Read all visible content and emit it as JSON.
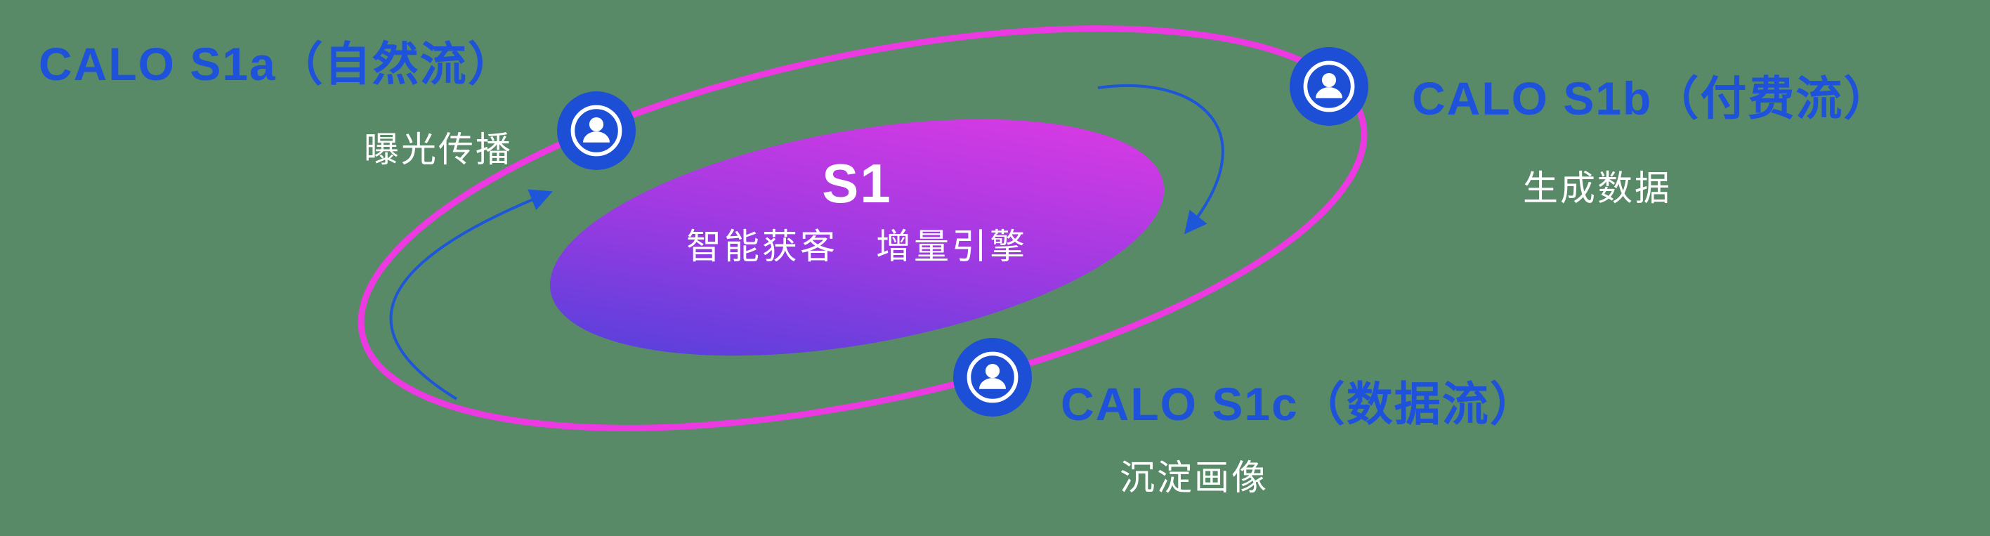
{
  "colors": {
    "background": "#588a68",
    "title_blue": "#1e52da",
    "arrow_blue": "#1d56d8",
    "ellipse_stroke": "#ec39e2",
    "gradient_start": "#4342d9",
    "gradient_mid": "#a03ae2",
    "gradient_end": "#e93ae4",
    "icon_bg": "#1d4fd6",
    "icon_glyph": "#ffffff",
    "subtitle_white": "#ffffff"
  },
  "center": {
    "title": "S1",
    "subtitle": "智能获客　增量引擎"
  },
  "nodes": [
    {
      "id": "s1a",
      "title": "CALO S1a（自然流）",
      "subtitle": "曝光传播",
      "icon": "user-icon"
    },
    {
      "id": "s1b",
      "title": "CALO S1b（付费流）",
      "subtitle": "生成数据",
      "icon": "user-icon"
    },
    {
      "id": "s1c",
      "title": "CALO S1c（数据流）",
      "subtitle": "沉淀画像",
      "icon": "user-icon"
    }
  ]
}
